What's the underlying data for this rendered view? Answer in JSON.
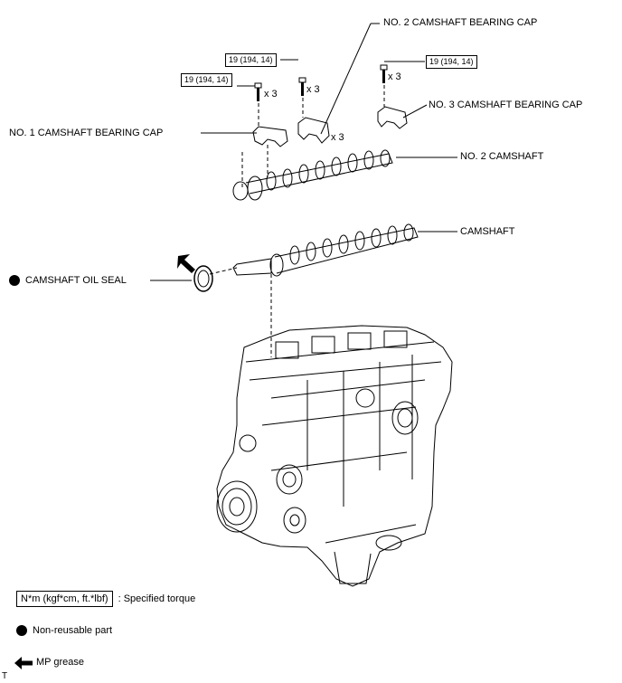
{
  "labels": {
    "no2_bearing_cap": "NO. 2 CAMSHAFT BEARING CAP",
    "no3_bearing_cap": "NO. 3 CAMSHAFT BEARING CAP",
    "no1_bearing_cap": "NO. 1 CAMSHAFT BEARING CAP",
    "no2_camshaft": "NO. 2 CAMSHAFT",
    "camshaft": "CAMSHAFT",
    "oil_seal": "CAMSHAFT OIL SEAL"
  },
  "torques": {
    "no1_bolts": "19 (194, 14)",
    "no2_bolts": "19 (194, 14)",
    "no3_bolts": "19 (194, 14)"
  },
  "quantities": {
    "no1_bolts": "x 3",
    "no2_bolts": "x 3",
    "no2_caps": "x 3",
    "no3_bolts": "x 3"
  },
  "legend": {
    "torque_unit": "N*m (kgf*cm, ft.*lbf)",
    "torque_desc": ": Specified torque",
    "non_reusable": "Non-reusable part",
    "mp_grease": "MP grease"
  },
  "footer_mark": "T"
}
